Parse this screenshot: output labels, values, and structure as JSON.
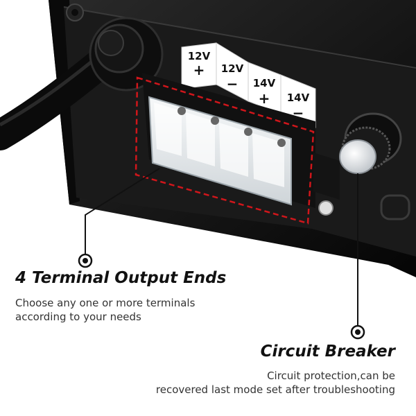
{
  "terminal_labels": [
    {
      "voltage": "12V",
      "polarity": "+"
    },
    {
      "voltage": "12V",
      "polarity": "−"
    },
    {
      "voltage": "14V",
      "polarity": "+"
    },
    {
      "voltage": "14V",
      "polarity": "−"
    }
  ],
  "callouts": {
    "terminals": {
      "title": "4 Terminal Output Ends",
      "line1": "Choose any one or more terminals",
      "line2": "according to your needs"
    },
    "breaker": {
      "title": "Circuit Breaker",
      "line1": "Circuit protection,can be",
      "line2": "recovered last mode set after troubleshooting"
    }
  },
  "colors": {
    "housing": "#111111",
    "panel": "#1c1c1c",
    "highlight_box": "#d0161b",
    "terminal_block": "#e8ecef",
    "callout_text": "#111111"
  }
}
